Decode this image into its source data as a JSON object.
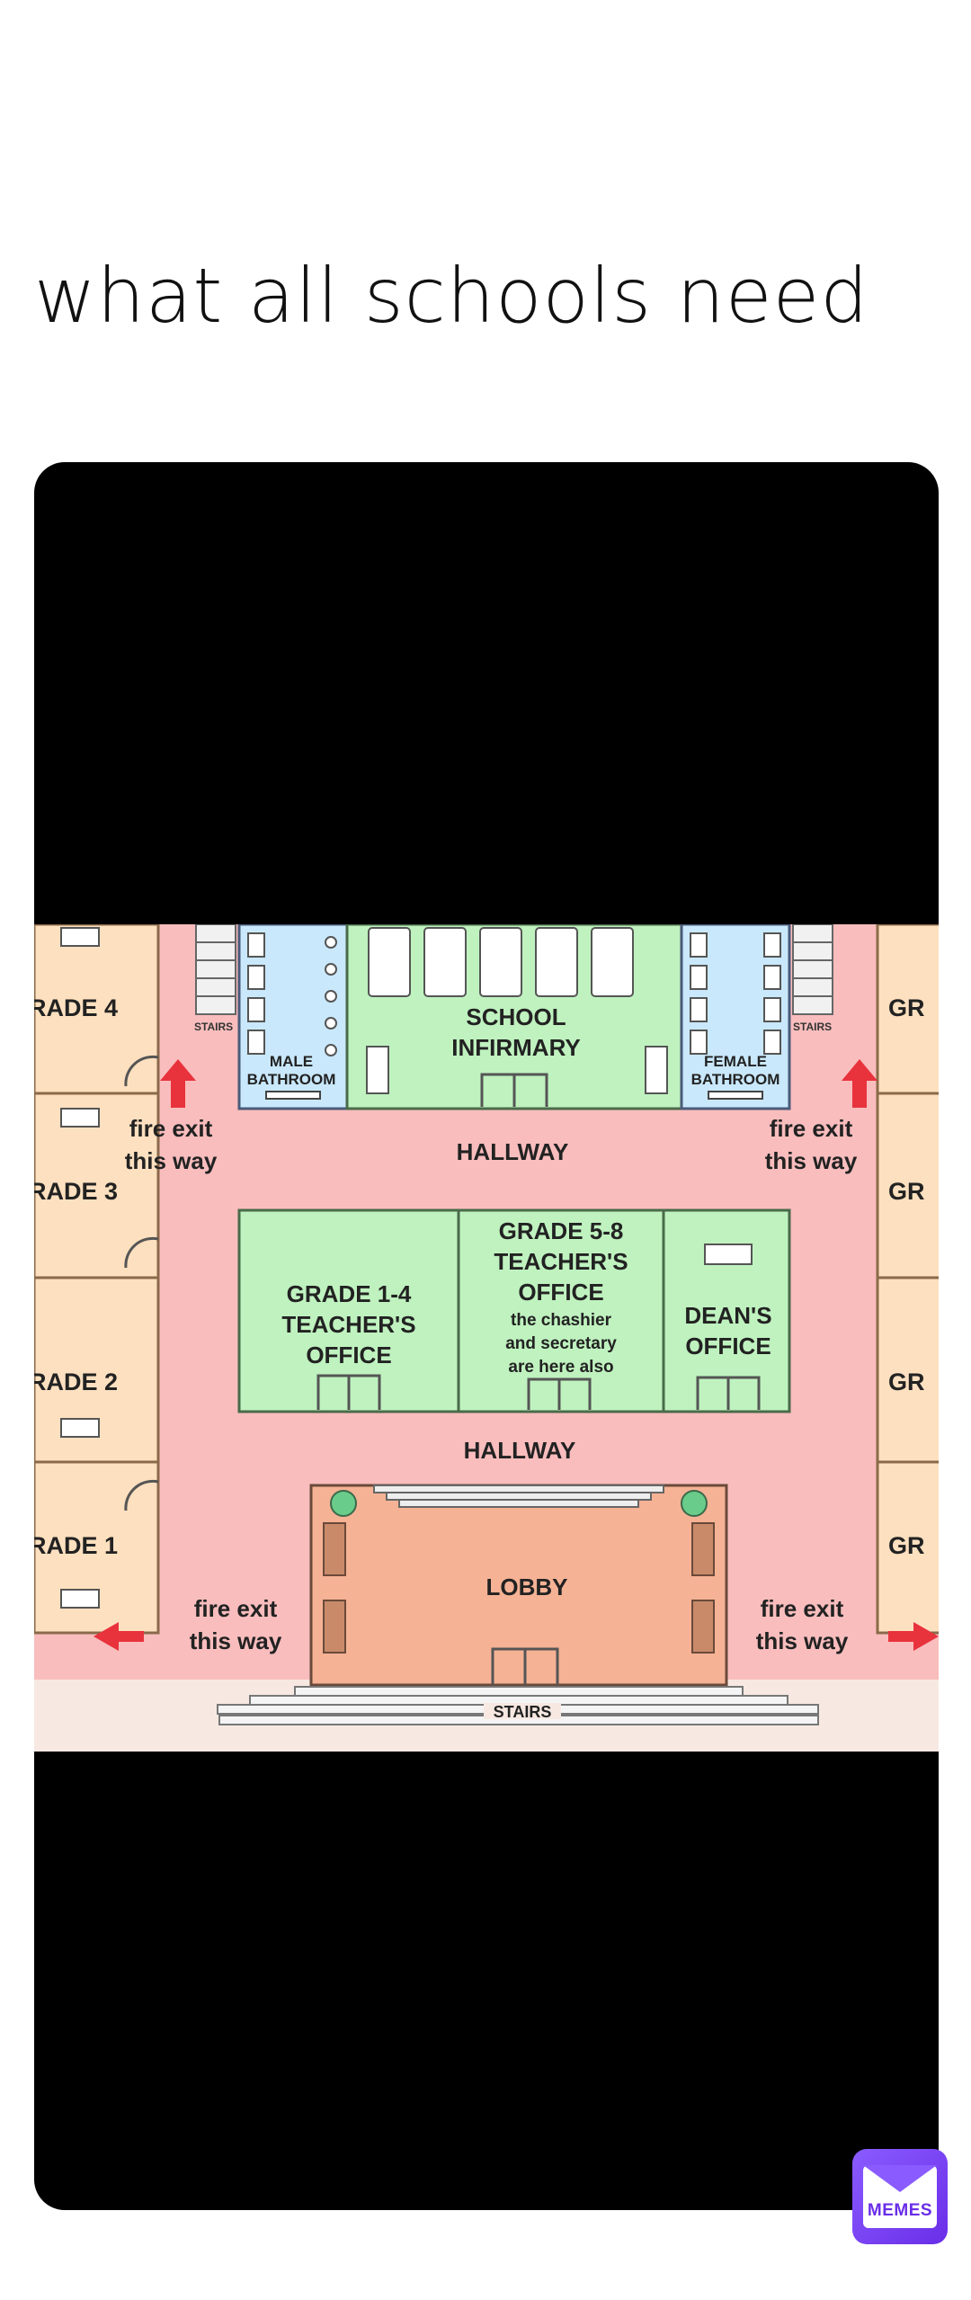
{
  "post": {
    "caption": "what all schools need"
  },
  "floorplan": {
    "rooms": {
      "grade4": "RADE 4",
      "grade3": "RADE 3",
      "grade2": "RADE 2",
      "grade1": "RADE 1",
      "right_grade_a": "GR",
      "right_grade_b": "GR",
      "right_grade_c": "GR",
      "right_grade_d": "GR",
      "infirmary_line1": "SCHOOL",
      "infirmary_line2": "INFIRMARY",
      "male_line1": "MALE",
      "male_line2": "BATHROOM",
      "female_line1": "FEMALE",
      "female_line2": "BATHROOM",
      "g14_line1": "GRADE 1-4",
      "g14_line2": "TEACHER'S",
      "g14_line3": "OFFICE",
      "g58_line1": "GRADE  5-8",
      "g58_line2": "TEACHER'S",
      "g58_line3": "OFFICE",
      "g58_note1": "the chashier",
      "g58_note2": "and secretary",
      "g58_note3": "are here also",
      "dean_line1": "DEAN'S",
      "dean_line2": "OFFICE",
      "lobby": "LOBBY"
    },
    "labels": {
      "hallway_top": "HALLWAY",
      "hallway_bottom": "HALLWAY",
      "stairs_left": "STAIRS",
      "stairs_right": "STAIRS",
      "stairs_bottom": "STAIRS",
      "fire_exit_line1": "fire exit",
      "fire_exit_line2": "this way"
    },
    "colors": {
      "hallway": "#f9bdbd",
      "classroom": "#fde0bf",
      "office": "#bff2bf",
      "bathroom": "#c9e8fb",
      "lobby": "#f5b295",
      "arrow": "#e8323c"
    }
  },
  "watermark": {
    "label": "MEMES"
  }
}
